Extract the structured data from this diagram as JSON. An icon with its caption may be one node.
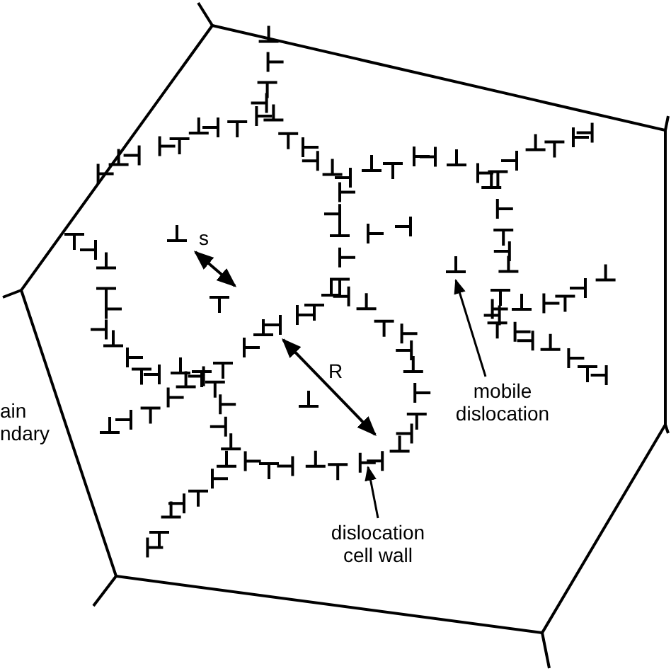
{
  "diagram": {
    "nodes": [
      {
        "text": [
          "mobile dislocation"
        ]
      },
      {
        "text": [
          "dislocation cell wall"
        ]
      }
    ],
    "edges": [
      {
        "from": 0,
        "to": null,
        "arrow": "to"
      },
      {
        "from": 1,
        "to": null,
        "arrow": "to"
      }
    ],
    "labels": [
      "s",
      "R",
      "ain ndary"
    ]
  }
}
